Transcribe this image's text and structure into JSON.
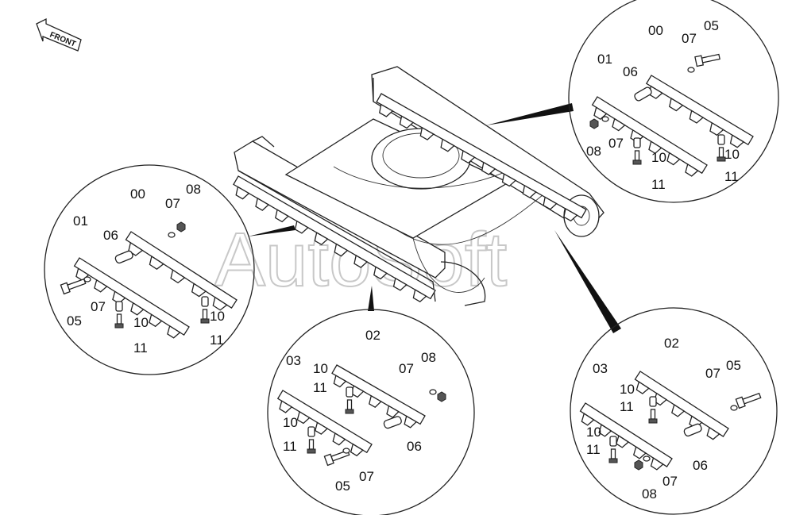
{
  "front_label": "FRONT",
  "watermark": "AutoSoft",
  "callouts": {
    "tr": [
      "00",
      "07",
      "05",
      "01",
      "06",
      "08",
      "07",
      "10",
      "10",
      "11",
      "11"
    ],
    "l": [
      "00",
      "07",
      "08",
      "01",
      "06",
      "05",
      "07",
      "10",
      "10",
      "11",
      "11"
    ],
    "bc": [
      "02",
      "03",
      "10",
      "07",
      "08",
      "11",
      "10",
      "11",
      "06",
      "05",
      "07"
    ],
    "br": [
      "02",
      "03",
      "07",
      "05",
      "10",
      "11",
      "10",
      "11",
      "06",
      "07",
      "08"
    ]
  }
}
